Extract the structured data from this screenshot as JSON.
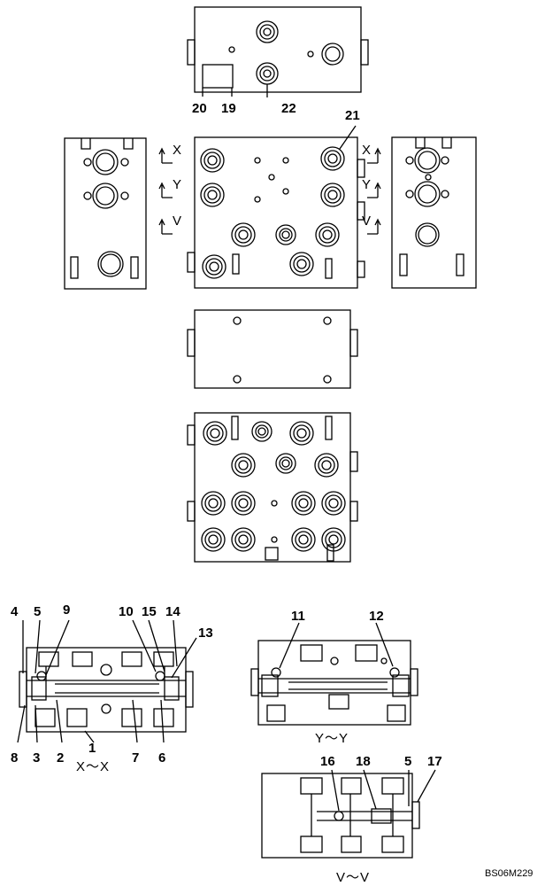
{
  "callouts": {
    "c19": "19",
    "c20": "20",
    "c22": "22",
    "c21": "21",
    "c4": "4",
    "c5a": "5",
    "c9": "9",
    "c10": "10",
    "c15": "15",
    "c14": "14",
    "c13": "13",
    "c8": "8",
    "c3": "3",
    "c2": "2",
    "c1": "1",
    "c7": "7",
    "c6": "6",
    "c11": "11",
    "c12": "12",
    "c16": "16",
    "c18": "18",
    "c5b": "5",
    "c17": "17"
  },
  "section_marks": {
    "x_left": "X",
    "y_left": "Y",
    "v_left": "V",
    "x_right": "X",
    "y_right": "Y",
    "v_right": "V"
  },
  "section_titles": {
    "xx": "X～X",
    "yy": "Y～Y",
    "vv": "V～V"
  },
  "drawing_code": "BS06M229"
}
